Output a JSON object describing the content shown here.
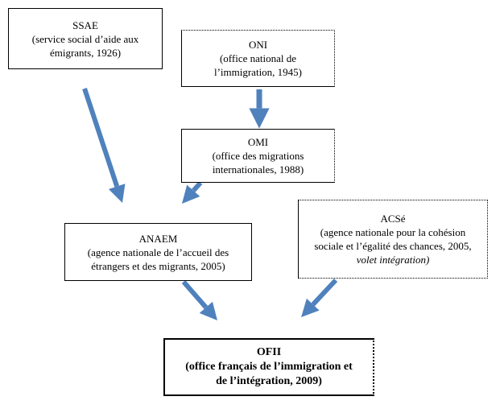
{
  "colors": {
    "arrow": "#4f81bd",
    "border": "#000000",
    "background": "#ffffff"
  },
  "diagram": {
    "boxes": {
      "ssae": {
        "title": "SSAE",
        "line1": "(service social d’aide aux",
        "line2": "émigrants, 1926)"
      },
      "oni": {
        "title": "ONI",
        "line1": "(office national de",
        "line2": "l’immigration, 1945)"
      },
      "omi": {
        "title": "OMI",
        "line1": "(office des migrations",
        "line2": "internationales, 1988)"
      },
      "anaem": {
        "title": "ANAEM",
        "line1": "(agence nationale de l’accueil des",
        "line2": "étrangers et des migrants, 2005)"
      },
      "acse": {
        "title": "ACSé",
        "line1": "(agence nationale pour la cohésion",
        "line2": "sociale et l’égalité des chances, 2005,",
        "line3": "volet intégration)"
      },
      "ofii": {
        "title": "OFII",
        "line1": "(office français de l’immigration et",
        "line2": "de l’intégration, 2009)"
      }
    },
    "arrows": [
      {
        "from": "SSAE",
        "to": "ANAEM"
      },
      {
        "from": "ONI",
        "to": "OMI"
      },
      {
        "from": "OMI",
        "to": "ANAEM"
      },
      {
        "from": "ANAEM",
        "to": "OFII"
      },
      {
        "from": "ACSé",
        "to": "OFII"
      }
    ]
  }
}
